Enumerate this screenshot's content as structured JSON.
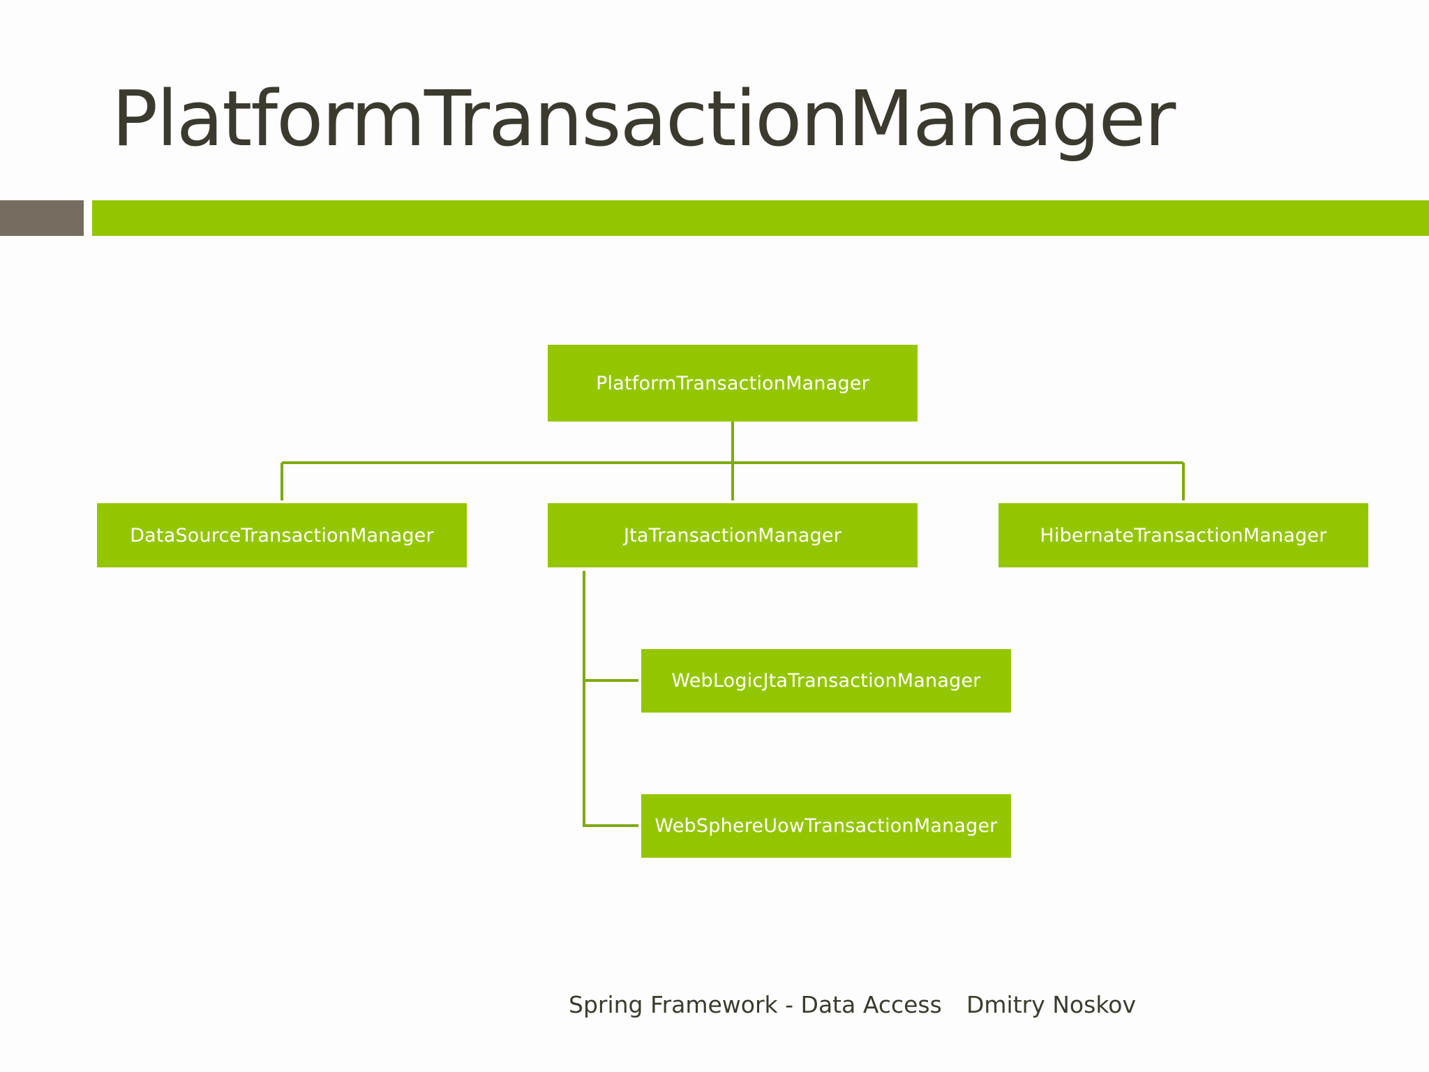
{
  "slide": {
    "title": "PlatformTransactionManager"
  },
  "diagram": {
    "root": "PlatformTransactionManager",
    "children": [
      "DataSourceTransactionManager",
      "JtaTransactionManager",
      "HibernateTransactionManager"
    ],
    "jta_children": [
      "WebLogicJtaTransactionManager",
      "WebSphereUowTransactionManager"
    ]
  },
  "footer": {
    "topic": "Spring Framework - Data Access",
    "author": "Dmitry Noskov"
  },
  "colors": {
    "accent_green": "#94c600",
    "accent_gray": "#766c5f",
    "text_dark": "#3a3a2e",
    "connector": "#7faa10"
  }
}
